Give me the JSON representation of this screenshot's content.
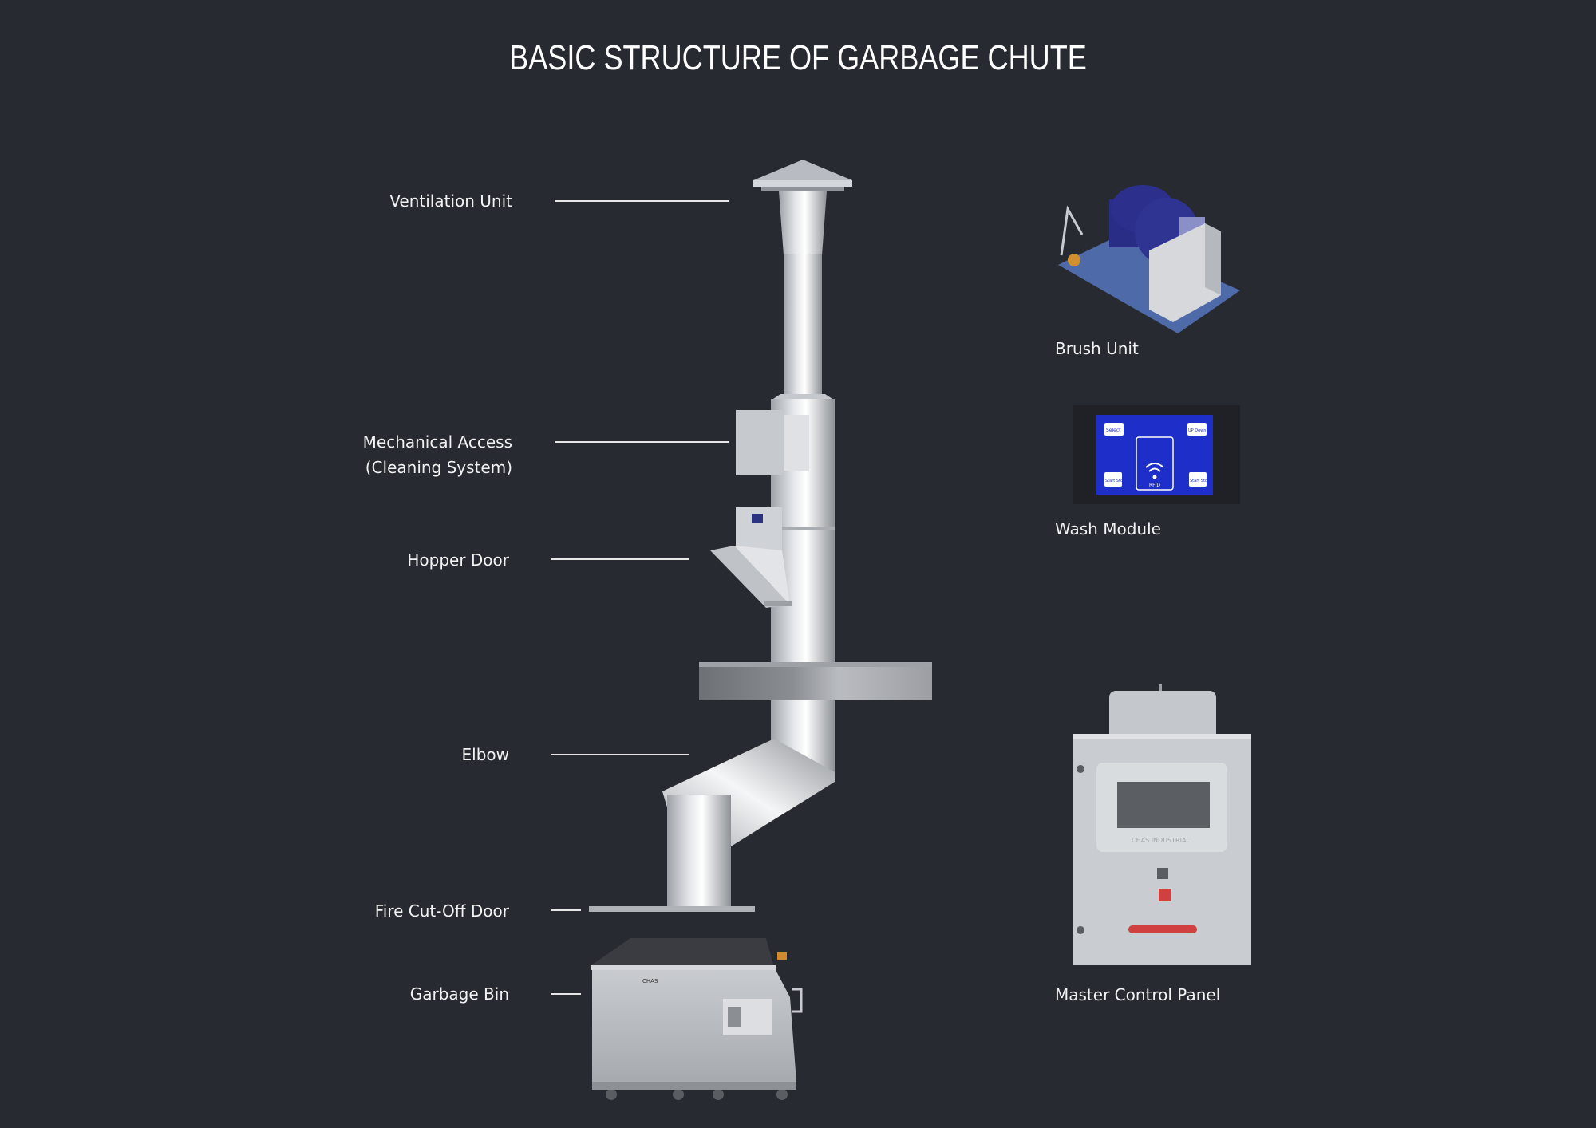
{
  "title": "BASIC STRUCTURE OF GARBAGE CHUTE",
  "chute_labels": {
    "ventilation": "Ventilation Unit",
    "mechanical_1": "Mechanical Access",
    "mechanical_2": "(Cleaning System)",
    "hopper": "Hopper Door",
    "elbow": "Elbow",
    "fire": "Fire Cut-Off Door",
    "bin": "Garbage Bin"
  },
  "components": {
    "brush": "Brush Unit",
    "wash": "Wash Module",
    "master": "Master Control Panel"
  },
  "wash_screen": {
    "select": "Select",
    "up_down": "UP Down",
    "rfid": "RFID",
    "start_stop_1": "Start Stop",
    "start_stop_2": "Start Stop"
  },
  "bin_brand": "CHAS",
  "panel_brand": "CHAS INDUSTRIAL",
  "colors": {
    "background": "#282a32",
    "metal": "#c9ccd0",
    "brush_blue": "#2c2f8c",
    "screen_blue": "#1e2ec8",
    "panel_red": "#d04040"
  }
}
